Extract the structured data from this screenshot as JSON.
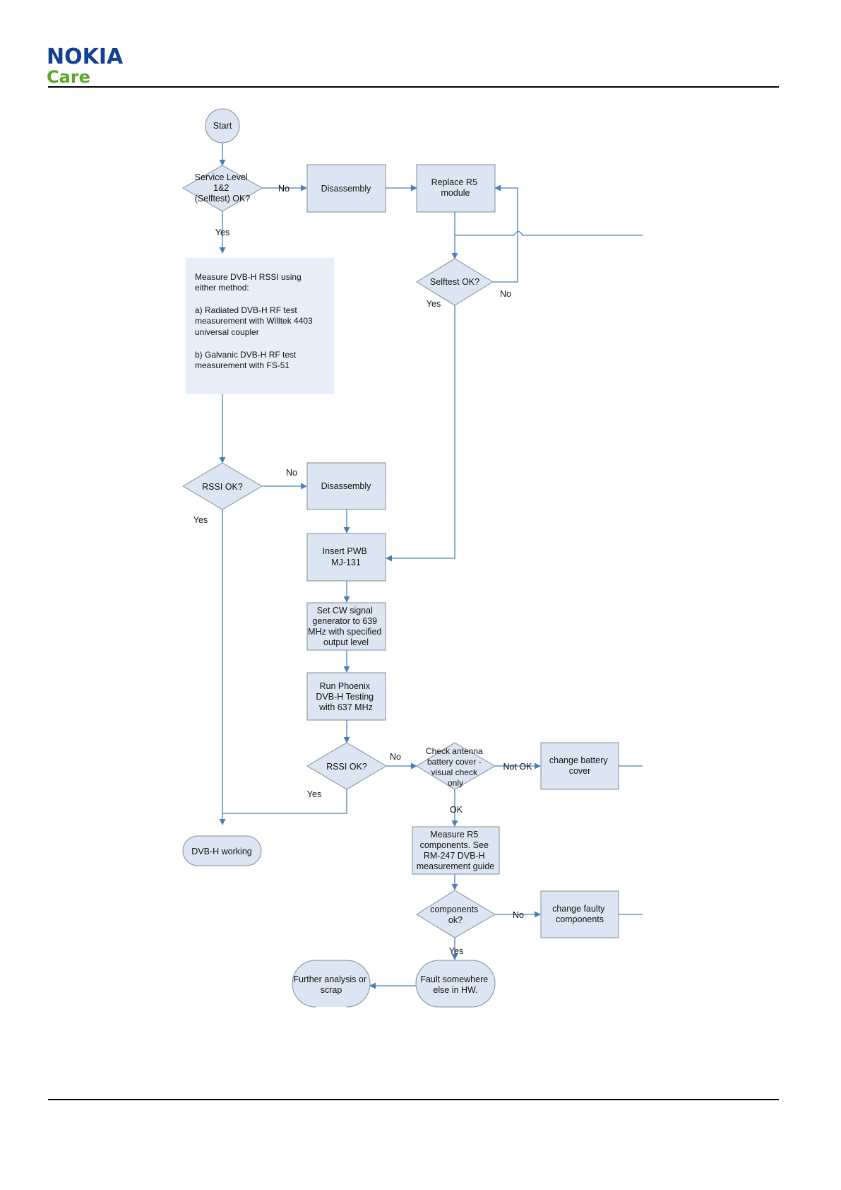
{
  "brand": {
    "name": "NOKIA",
    "sub": "Care",
    "color_primary": "#124191",
    "color_secondary": "#5ba829"
  },
  "colors": {
    "box_fill": "#dce6f2",
    "box_stroke": "#7f8c9a",
    "connector": "#4a7ebb",
    "panel_fill": "#e8eef7"
  },
  "flow": {
    "start": "Start",
    "q_service": [
      "Service Level",
      "1&2",
      "(Selftest) OK?"
    ],
    "disassembly_1": "Disassembly",
    "replace_r5": [
      "Replace R5",
      "module"
    ],
    "q_selftest": "Selftest OK?",
    "measure_rssi": [
      "Measure DVB-H RSSI using",
      "either method:",
      "",
      "a) Radiated DVB-H RF test",
      "measurement with Willtek 4403",
      "universal coupler",
      "",
      "b) Galvanic DVB-H RF test",
      "measurement with FS-51"
    ],
    "q_rssi_1": "RSSI OK?",
    "disassembly_2": "Disassembly",
    "insert_pwb": [
      "Insert PWB",
      "MJ-131"
    ],
    "set_cw": [
      "Set CW signal",
      "generator to 639",
      "MHz with specified",
      "output level"
    ],
    "run_phoenix": [
      "Run Phoenix",
      "DVB-H Testing",
      "with 637 MHz"
    ],
    "q_rssi_2": "RSSI OK?",
    "check_antenna": [
      "Check antenna",
      "battery cover -",
      "visual check",
      "only"
    ],
    "change_battery": [
      "change battery",
      "cover"
    ],
    "measure_r5": [
      "Measure R5",
      "components. See",
      "RM-247 DVB-H",
      "measurement guide"
    ],
    "q_components": [
      "components",
      "ok?"
    ],
    "change_faulty": [
      "change faulty",
      "components"
    ],
    "dvbh_working": "DVB-H working",
    "fault_elsewhere": [
      "Fault somewhere",
      "else in HW."
    ],
    "further_analysis": [
      "Further analysis or",
      "scrap"
    ]
  },
  "edge_labels": {
    "no_service": "No",
    "yes_service": "Yes",
    "no_selftest": "No",
    "yes_selftest": "Yes",
    "no_rssi_1": "No",
    "yes_rssi_1": "Yes",
    "no_rssi_2": "No",
    "yes_rssi_2": "Yes",
    "not_ok_antenna": "Not OK",
    "ok_antenna": "OK",
    "no_components": "No",
    "yes_components": "Yes"
  }
}
